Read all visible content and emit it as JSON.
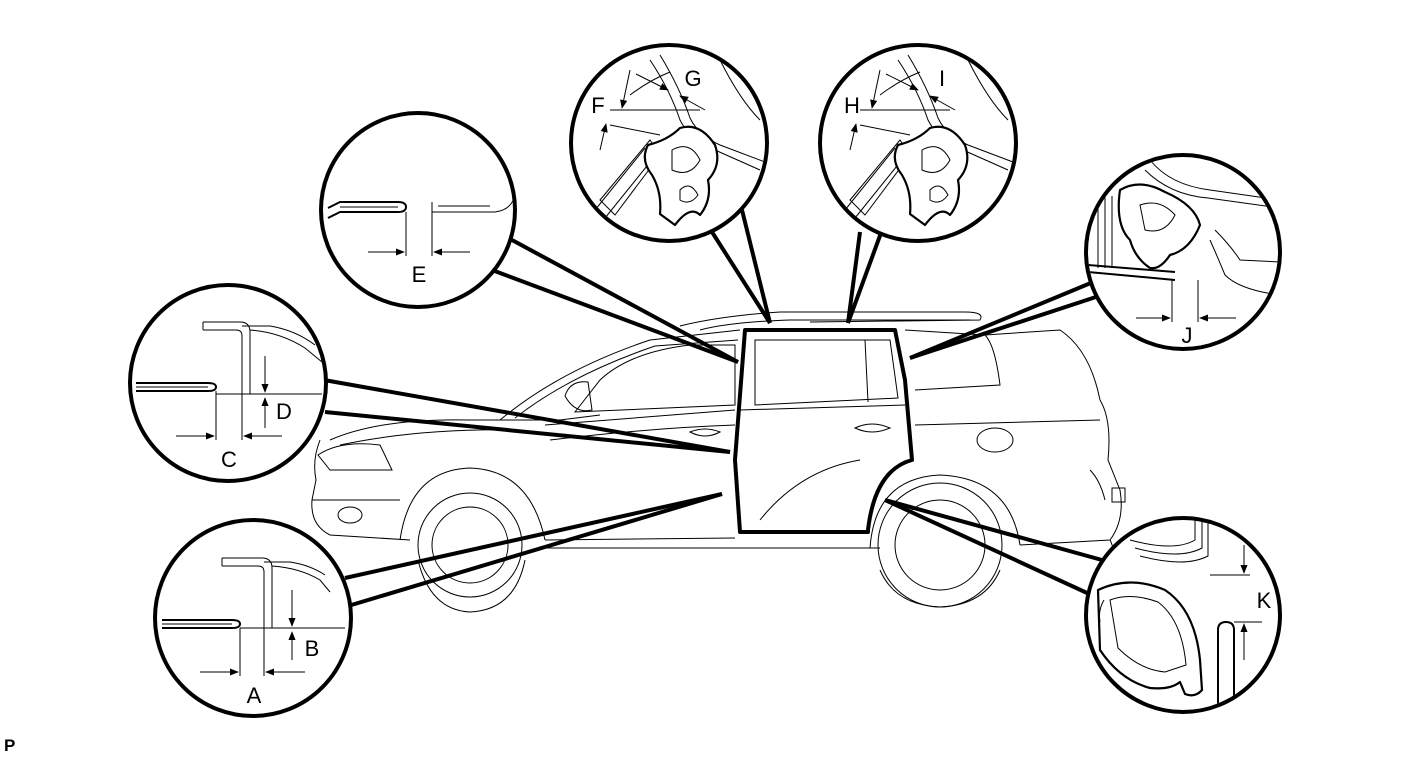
{
  "labels": {
    "A": "A",
    "B": "B",
    "C": "C",
    "D": "D",
    "E": "E",
    "F": "F",
    "G": "G",
    "H": "H",
    "I": "I",
    "J": "J",
    "K": "K"
  },
  "figure_code": "P"
}
